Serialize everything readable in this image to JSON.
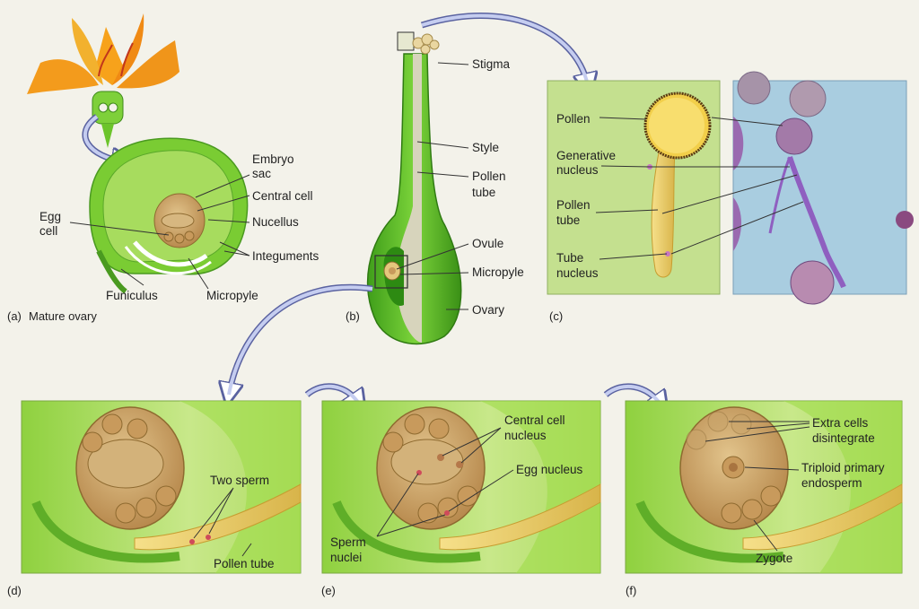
{
  "panel_a": {
    "letter": "(a)",
    "caption": "Mature ovary",
    "labels": {
      "embryo_sac": [
        "Embryo",
        "sac"
      ],
      "central_cell": "Central cell",
      "nucellus": "Nucellus",
      "integuments": "Integuments",
      "egg_cell": [
        "Egg",
        "cell"
      ],
      "funiculus": "Funiculus",
      "micropyle": "Micropyle"
    }
  },
  "panel_b": {
    "letter": "(b)",
    "labels": {
      "stigma": "Stigma",
      "style": "Style",
      "pollen_tube": [
        "Pollen",
        "tube"
      ],
      "ovule": "Ovule",
      "micropyle": "Micropyle",
      "ovary": "Ovary"
    }
  },
  "panel_c": {
    "letter": "(c)",
    "labels": {
      "pollen": "Pollen",
      "generative_nucleus": [
        "Generative",
        "nucleus"
      ],
      "pollen_tube": [
        "Pollen",
        "tube"
      ],
      "tube_nucleus": [
        "Tube",
        "nucleus"
      ]
    }
  },
  "panel_d": {
    "letter": "(d)",
    "labels": {
      "two_sperm": "Two sperm",
      "pollen_tube": "Pollen tube"
    }
  },
  "panel_e": {
    "letter": "(e)",
    "labels": {
      "central_cell_nucleus": [
        "Central cell",
        "nucleus"
      ],
      "egg_nucleus": "Egg nucleus",
      "sperm_nuclei": [
        "Sperm",
        "nuclei"
      ]
    }
  },
  "panel_f": {
    "letter": "(f)",
    "labels": {
      "extra_cells": [
        "Extra cells",
        "disintegrate"
      ],
      "triploid": [
        "Triploid primary",
        "endosperm"
      ],
      "zygote": "Zygote"
    }
  },
  "colors": {
    "background": "#f3f2ea",
    "plant_green": "#5fc22c",
    "light_green": "#c2e38e",
    "ovule_tan": "#c9a46a",
    "pollen_yellow": "#f2cf4a",
    "micrograph_blue": "#a9cde0",
    "arrow_blue": "#8590c2"
  }
}
